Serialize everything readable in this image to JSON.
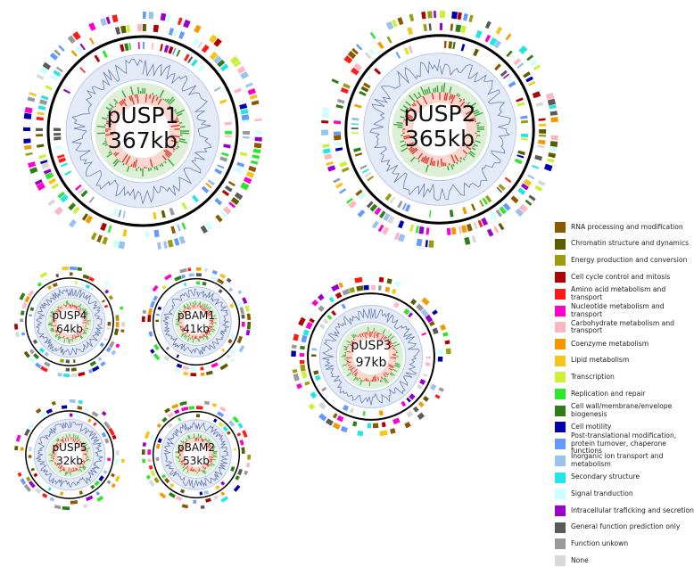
{
  "plasmids": [
    {
      "name": "pUSP1",
      "size": "367kb"
    },
    {
      "name": "pUSP2",
      "size": "365kb"
    },
    {
      "name": "pUSP4",
      "size": "64kb"
    },
    {
      "name": "pBAM1",
      "size": "41kb"
    },
    {
      "name": "pUSP3",
      "size": "97kb"
    },
    {
      "name": "pUSP5",
      "size": "32kb"
    },
    {
      "name": "pBAM2",
      "size": "53kb"
    }
  ],
  "legend": [
    {
      "label": "RNA processing and modification",
      "color": "#8B5A00"
    },
    {
      "label": "Chromatin structure and dynamics",
      "color": "#5C5C00"
    },
    {
      "label": "Energy production and conversion",
      "color": "#9C9C12"
    },
    {
      "label": "Cell cycle control and mitosis",
      "color": "#B00000"
    },
    {
      "label": "Amino acid metabolism and transport",
      "color": "#FF1A1A"
    },
    {
      "label": "Nucleotide metabolism and transport",
      "color": "#FF00CC"
    },
    {
      "label": "Carbohydrate metabolism and transport",
      "color": "#FFB6C1"
    },
    {
      "label": "Coenzyme metabolism",
      "color": "#F49A00"
    },
    {
      "label": "Lipid metabolism",
      "color": "#F5C518"
    },
    {
      "label": "Transcription",
      "color": "#CCF033"
    },
    {
      "label": "Replication and repair",
      "color": "#2EE62E"
    },
    {
      "label": "Cell wall/membrane/envelope biogenesis",
      "color": "#2E7D1A"
    },
    {
      "label": "Cell motility",
      "color": "#0000AA"
    },
    {
      "label": "Post-translational modification, protein turnover, chaperone functions",
      "color": "#6699FF"
    },
    {
      "label": "Inorganic ion transport and metabolism",
      "color": "#99C2F0"
    },
    {
      "label": "Secondary structure",
      "color": "#22E5E5"
    },
    {
      "label": "Signal tranduction",
      "color": "#CCFFFF"
    },
    {
      "label": "Intracellular traficking and secretion",
      "color": "#9900CC"
    },
    {
      "label": "General function prediction only",
      "color": "#5A5A5A"
    },
    {
      "label": "Function unkown",
      "color": "#9A9A9A"
    },
    {
      "label": "None",
      "color": "#D8D8D8"
    }
  ]
}
